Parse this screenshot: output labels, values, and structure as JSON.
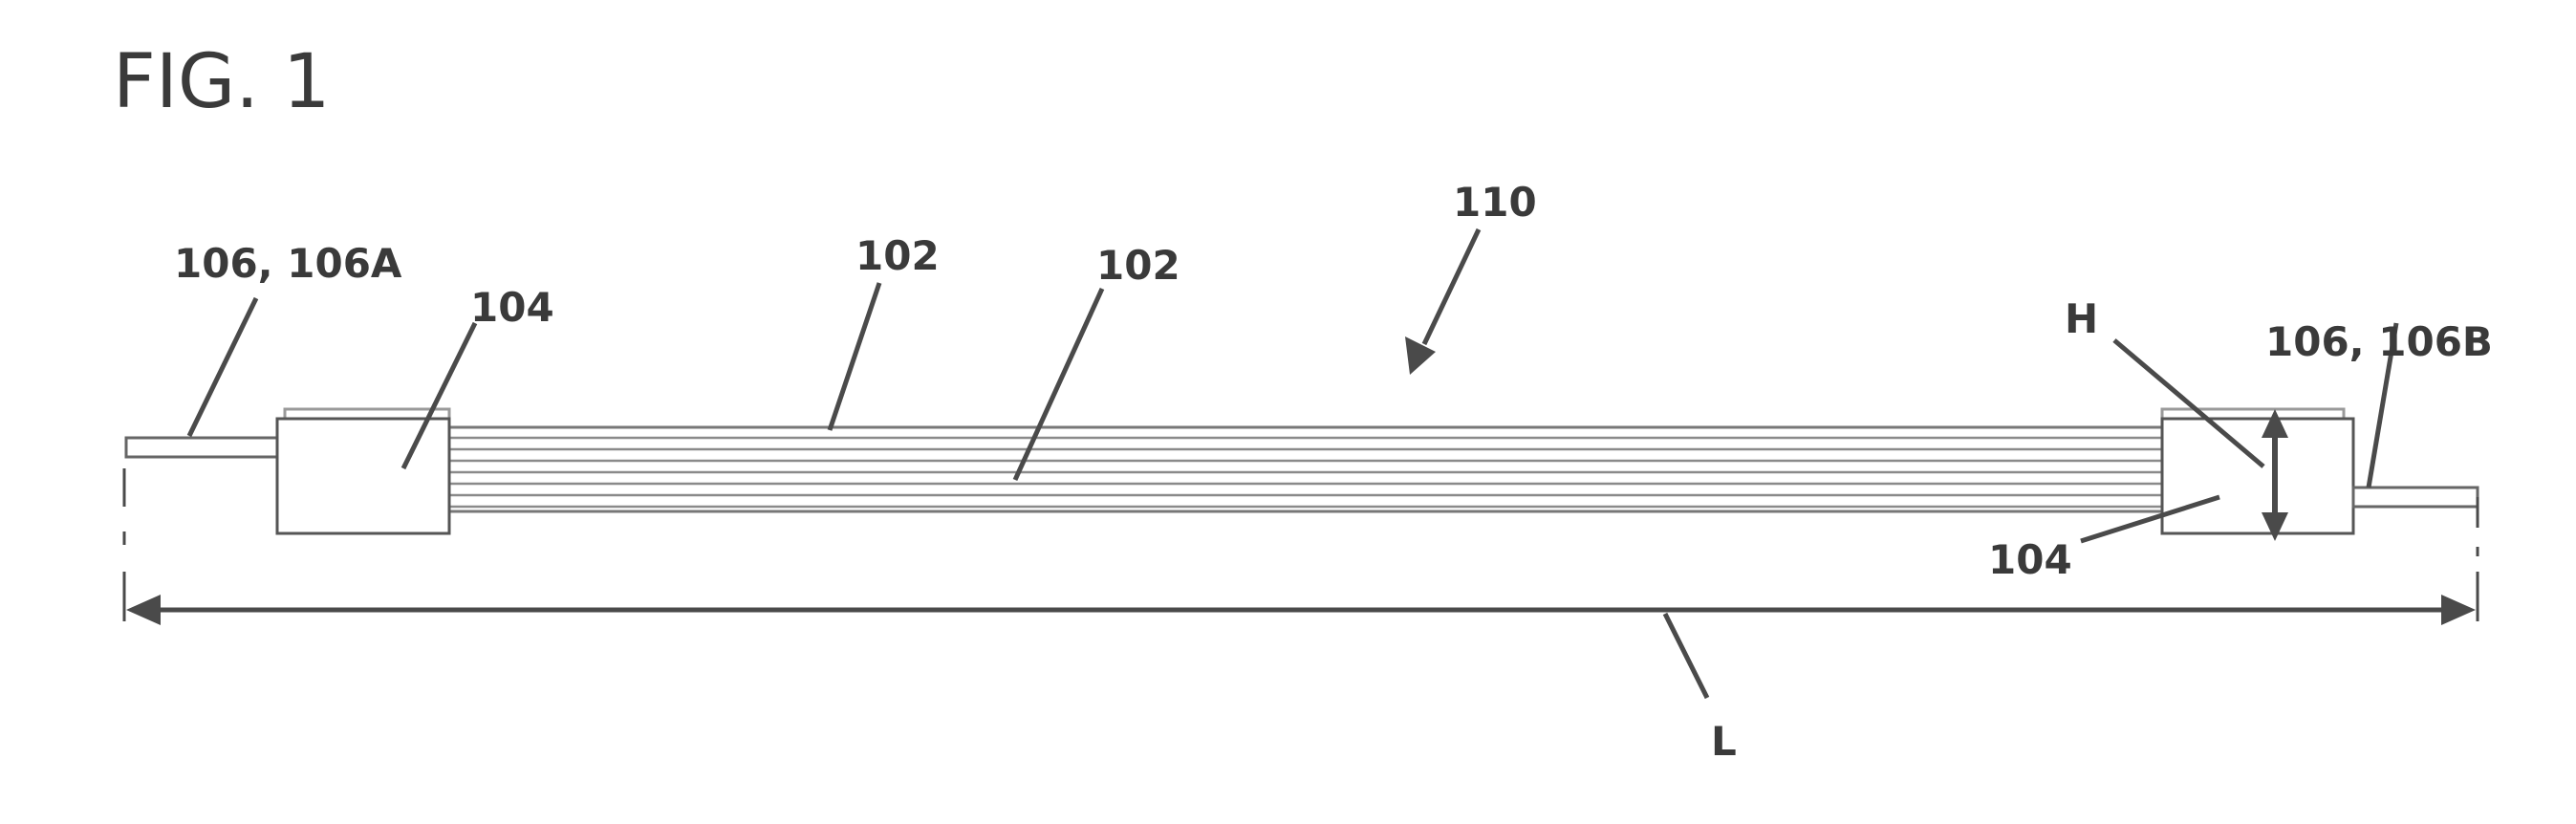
{
  "figure": {
    "title": "FIG. 1"
  },
  "labels": {
    "assembly": "110",
    "fiber_a": "102",
    "fiber_b": "102",
    "end_cap_left": "104",
    "end_cap_right": "104",
    "connector_left": "106, 106A",
    "connector_right": "106, 106B",
    "height": "H",
    "length": "L"
  }
}
